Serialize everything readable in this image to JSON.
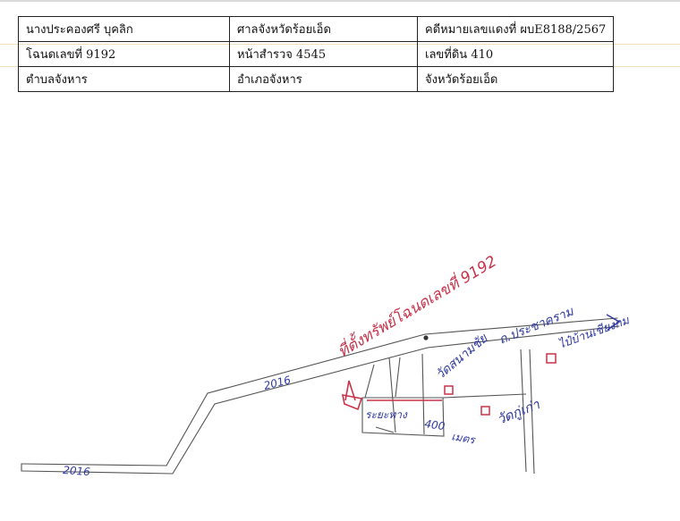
{
  "table": {
    "rows": [
      [
        "นางประคองศรี บุคลิก",
        "ศาลจังหวัดร้อยเอ็ด",
        "คดีหมายเลขแดงที่ ผบE8188/2567"
      ],
      [
        "โฉนดเลขที่   9192",
        "หน้าสำรวจ   4545",
        "เลขที่ดิน 410"
      ],
      [
        "ตำบลจังหาร",
        "อำเภอจังหาร",
        "จังหวัดร้อยเอ็ด"
      ]
    ]
  },
  "sketch": {
    "title": "ที่ตั้งทรัพย์โฉนดเลขที่ 9192",
    "road_main": "ถ.ประชาคราม",
    "road_label_1": "2016",
    "road_label_2": "2016",
    "temple_sanam": "วัดสนามชัย",
    "right_label": "ไป๋บ้านเชียงกม",
    "temple_old": "วัดกู่เก่า",
    "distance_prefix": "ระยะทาง",
    "distance_value": "400",
    "distance_unit": "เมตร"
  },
  "colors": {
    "ink_red": "#c8334a",
    "ink_blue": "#2f3aa0",
    "ink_pencil": "#555555"
  }
}
